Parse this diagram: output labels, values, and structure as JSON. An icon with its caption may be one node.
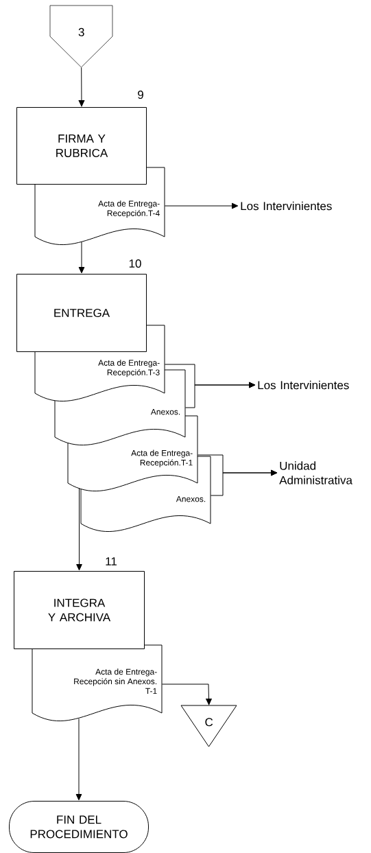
{
  "diagram": {
    "nodes": [
      {
        "text": [
          "3"
        ]
      },
      {
        "text": [
          "FIRMA Y RUBRICA"
        ],
        "beside": [
          "9"
        ]
      },
      {
        "text": [
          "Acta de Entrega-Recepción.T-4"
        ]
      },
      {
        "text": [
          "Los Intervinientes"
        ]
      },
      {
        "text": [
          "ENTREGA"
        ],
        "beside": [
          "10"
        ]
      },
      {
        "text": [
          "Acta de Entrega-Recepción.T-3"
        ]
      },
      {
        "text": [
          "Anexos."
        ]
      },
      {
        "text": [
          "Los Intervinientes"
        ]
      },
      {
        "text": [
          "Acta de Entrega-Recepción.T-1"
        ]
      },
      {
        "text": [
          "Anexos."
        ]
      },
      {
        "text": [
          "Unidad Administrativa"
        ]
      },
      {
        "text": [
          "INTEGRA Y ARCHIVA"
        ],
        "beside": [
          "11"
        ]
      },
      {
        "text": [
          "Acta de Entrega-Recepción sin Anexos. T-1"
        ]
      },
      {
        "text": [
          "C"
        ]
      },
      {
        "text": [
          "FIN DEL PROCEDIMIENTO"
        ]
      }
    ],
    "edges": [
      {
        "from": 0,
        "to": 1,
        "arrow": "to"
      },
      {
        "from": 2,
        "to": 3,
        "arrow": "to"
      },
      {
        "from": 2,
        "to": 4,
        "arrow": "to"
      },
      {
        "from": 5,
        "to": 7,
        "arrow": "to"
      },
      {
        "from": 6,
        "to": 7,
        "arrow": "to"
      },
      {
        "from": 8,
        "to": 10,
        "arrow": "to"
      },
      {
        "from": 9,
        "to": 10,
        "arrow": "to"
      },
      {
        "from": 8,
        "to": 11,
        "arrow": "to"
      },
      {
        "from": 12,
        "to": 13,
        "arrow": "to"
      },
      {
        "from": 12,
        "to": 14,
        "arrow": "to"
      }
    ]
  }
}
